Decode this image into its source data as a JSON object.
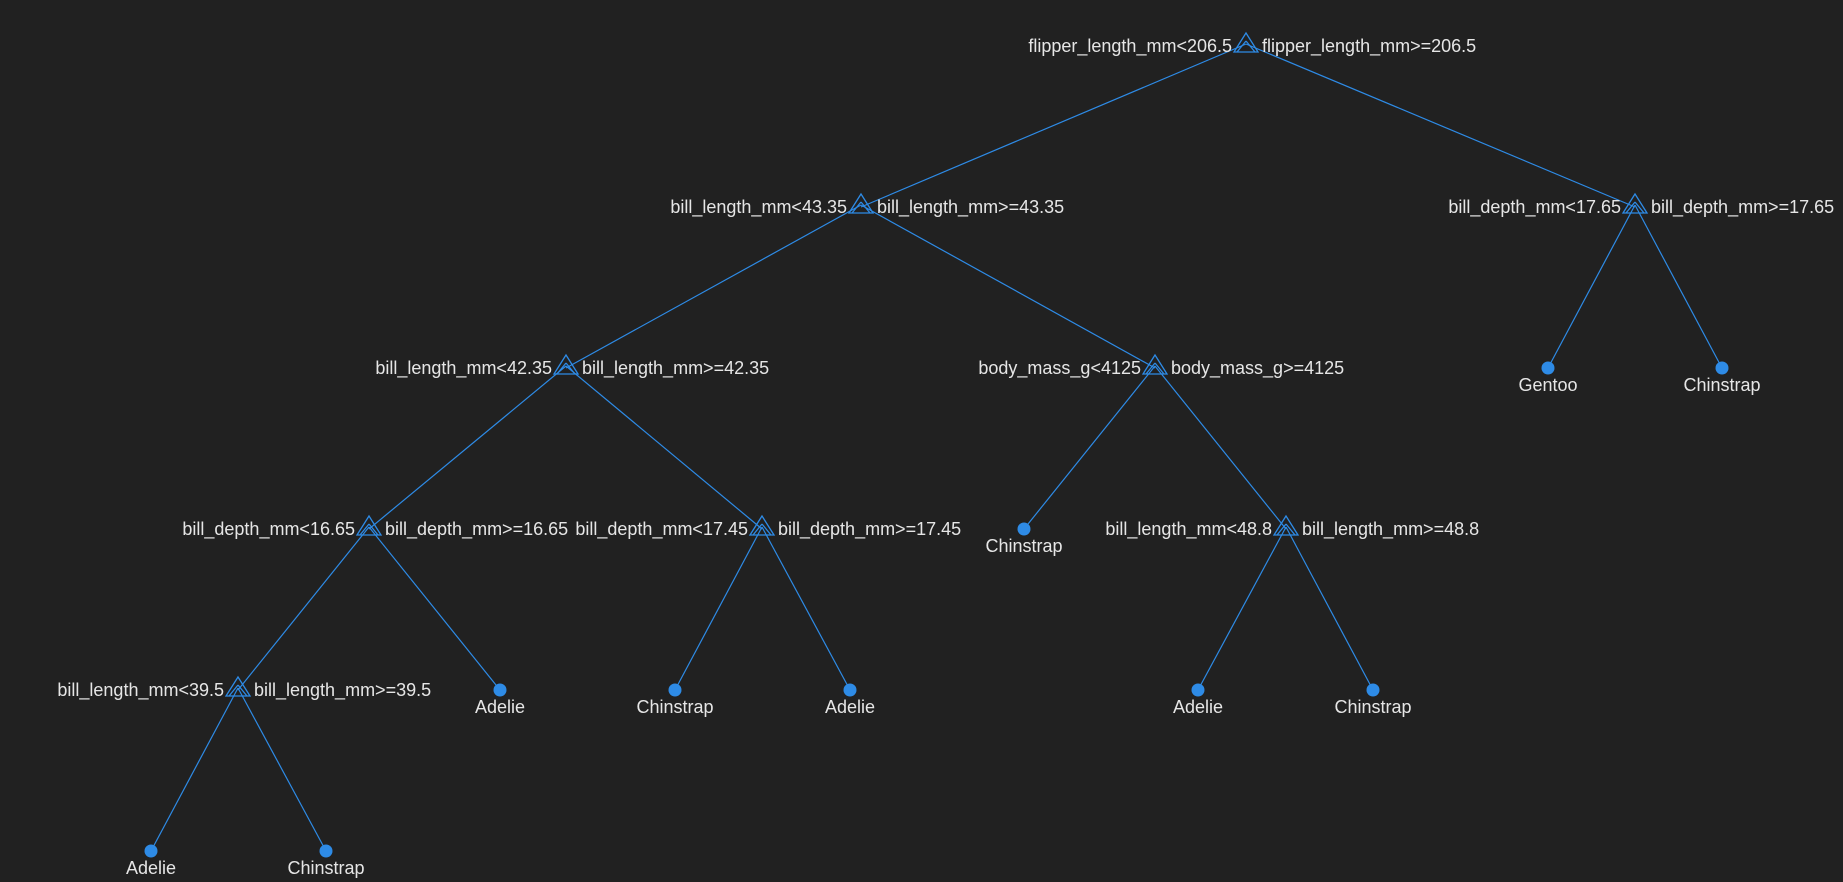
{
  "colors": {
    "background": "#212121",
    "edge": "#2e8be6",
    "text": "#e6e6e6"
  },
  "tree": {
    "nodes": [
      {
        "id": "n0",
        "type": "split",
        "left_label": "flipper_length_mm<206.5",
        "right_label": "flipper_length_mm>=206.5"
      },
      {
        "id": "n1",
        "type": "split",
        "parent": "n0",
        "left_label": "bill_length_mm<43.35",
        "right_label": "bill_length_mm>=43.35"
      },
      {
        "id": "n2",
        "type": "split",
        "parent": "n0",
        "left_label": "bill_depth_mm<17.65",
        "right_label": "bill_depth_mm>=17.65"
      },
      {
        "id": "n3",
        "type": "split",
        "parent": "n1",
        "left_label": "bill_length_mm<42.35",
        "right_label": "bill_length_mm>=42.35"
      },
      {
        "id": "n4",
        "type": "split",
        "parent": "n1",
        "left_label": "body_mass_g<4125",
        "right_label": "body_mass_g>=4125"
      },
      {
        "id": "n5",
        "type": "leaf",
        "parent": "n2",
        "label": "Gentoo"
      },
      {
        "id": "n6",
        "type": "leaf",
        "parent": "n2",
        "label": "Chinstrap"
      },
      {
        "id": "n7",
        "type": "split",
        "parent": "n3",
        "left_label": "bill_depth_mm<16.65",
        "right_label": "bill_depth_mm>=16.65"
      },
      {
        "id": "n8",
        "type": "split",
        "parent": "n3",
        "left_label": "bill_depth_mm<17.45",
        "right_label": "bill_depth_mm>=17.45"
      },
      {
        "id": "n9",
        "type": "leaf",
        "parent": "n4",
        "label": "Chinstrap"
      },
      {
        "id": "n10",
        "type": "split",
        "parent": "n4",
        "left_label": "bill_length_mm<48.8",
        "right_label": "bill_length_mm>=48.8"
      },
      {
        "id": "n11",
        "type": "split",
        "parent": "n7",
        "left_label": "bill_length_mm<39.5",
        "right_label": "bill_length_mm>=39.5"
      },
      {
        "id": "n12",
        "type": "leaf",
        "parent": "n7",
        "label": "Adelie"
      },
      {
        "id": "n13",
        "type": "leaf",
        "parent": "n8",
        "label": "Chinstrap"
      },
      {
        "id": "n14",
        "type": "leaf",
        "parent": "n8",
        "label": "Adelie"
      },
      {
        "id": "n15",
        "type": "leaf",
        "parent": "n10",
        "label": "Adelie"
      },
      {
        "id": "n16",
        "type": "leaf",
        "parent": "n10",
        "label": "Chinstrap"
      },
      {
        "id": "n17",
        "type": "leaf",
        "parent": "n11",
        "label": "Adelie"
      },
      {
        "id": "n18",
        "type": "leaf",
        "parent": "n11",
        "label": "Chinstrap"
      }
    ]
  }
}
